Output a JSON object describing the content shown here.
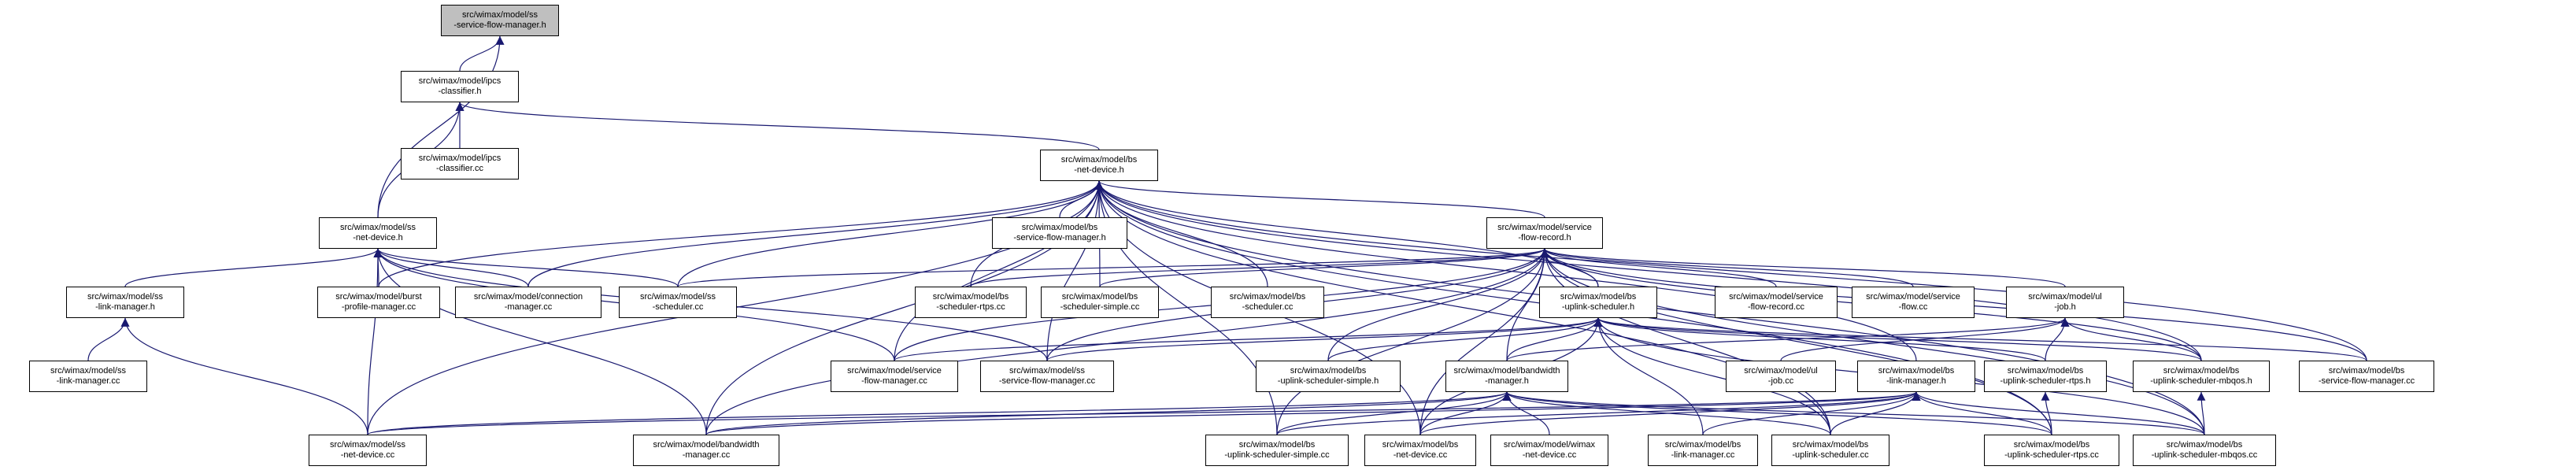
{
  "graph": {
    "edge_color": "#191970",
    "root_fill": "#bfbfbf",
    "nodes": [
      {
        "id": "ss_sfm_h",
        "lines": [
          "src/wimax/model/ss",
          "-service-flow-manager.h"
        ],
        "root": true
      },
      {
        "id": "ipcs_h",
        "lines": [
          "src/wimax/model/ipcs",
          "-classifier.h"
        ]
      },
      {
        "id": "ipcs_cc",
        "lines": [
          "src/wimax/model/ipcs",
          "-classifier.cc"
        ]
      },
      {
        "id": "bs_nd_h",
        "lines": [
          "src/wimax/model/bs",
          "-net-device.h"
        ]
      },
      {
        "id": "ss_nd_h",
        "lines": [
          "src/wimax/model/ss",
          "-net-device.h"
        ]
      },
      {
        "id": "bs_sfm_h",
        "lines": [
          "src/wimax/model/bs",
          "-service-flow-manager.h"
        ]
      },
      {
        "id": "sfr_h",
        "lines": [
          "src/wimax/model/service",
          "-flow-record.h"
        ]
      },
      {
        "id": "ss_lm_h",
        "lines": [
          "src/wimax/model/ss",
          "-link-manager.h"
        ]
      },
      {
        "id": "burst_cc",
        "lines": [
          "src/wimax/model/burst",
          "-profile-manager.cc"
        ]
      },
      {
        "id": "conn_cc",
        "lines": [
          "src/wimax/model/connection",
          "-manager.cc"
        ]
      },
      {
        "id": "ss_sched_cc",
        "lines": [
          "src/wimax/model/ss",
          "-scheduler.cc"
        ]
      },
      {
        "id": "bs_sched_rtps_cc",
        "lines": [
          "src/wimax/model/bs",
          "-scheduler-rtps.cc"
        ]
      },
      {
        "id": "bs_sched_simple_cc",
        "lines": [
          "src/wimax/model/bs",
          "-scheduler-simple.cc"
        ]
      },
      {
        "id": "bs_sched_cc",
        "lines": [
          "src/wimax/model/bs",
          "-scheduler.cc"
        ]
      },
      {
        "id": "bs_us_h",
        "lines": [
          "src/wimax/model/bs",
          "-uplink-scheduler.h"
        ]
      },
      {
        "id": "sfr_cc",
        "lines": [
          "src/wimax/model/service",
          "-flow-record.cc"
        ]
      },
      {
        "id": "sf_cc",
        "lines": [
          "src/wimax/model/service",
          "-flow.cc"
        ]
      },
      {
        "id": "ul_job_h",
        "lines": [
          "src/wimax/model/ul",
          "-job.h"
        ]
      },
      {
        "id": "ss_lm_cc",
        "lines": [
          "src/wimax/model/ss",
          "-link-manager.cc"
        ]
      },
      {
        "id": "sfm_cc",
        "lines": [
          "src/wimax/model/service",
          "-flow-manager.cc"
        ]
      },
      {
        "id": "ss_sfm_cc",
        "lines": [
          "src/wimax/model/ss",
          "-service-flow-manager.cc"
        ]
      },
      {
        "id": "bs_uss_h",
        "lines": [
          "src/wimax/model/bs",
          "-uplink-scheduler-simple.h"
        ]
      },
      {
        "id": "bw_h",
        "lines": [
          "src/wimax/model/bandwidth",
          "-manager.h"
        ]
      },
      {
        "id": "ul_job_cc",
        "lines": [
          "src/wimax/model/ul",
          "-job.cc"
        ]
      },
      {
        "id": "bs_lm_h",
        "lines": [
          "src/wimax/model/bs",
          "-link-manager.h"
        ]
      },
      {
        "id": "bs_usr_h",
        "lines": [
          "src/wimax/model/bs",
          "-uplink-scheduler-rtps.h"
        ]
      },
      {
        "id": "bs_usm_h",
        "lines": [
          "src/wimax/model/bs",
          "-uplink-scheduler-mbqos.h"
        ]
      },
      {
        "id": "bs_sfm_cc",
        "lines": [
          "src/wimax/model/bs",
          "-service-flow-manager.cc"
        ]
      },
      {
        "id": "ss_nd_cc",
        "lines": [
          "src/wimax/model/ss",
          "-net-device.cc"
        ]
      },
      {
        "id": "bw_cc",
        "lines": [
          "src/wimax/model/bandwidth",
          "-manager.cc"
        ]
      },
      {
        "id": "bs_uss_cc",
        "lines": [
          "src/wimax/model/bs",
          "-uplink-scheduler-simple.cc"
        ]
      },
      {
        "id": "bs_nd_cc",
        "lines": [
          "src/wimax/model/bs",
          "-net-device.cc"
        ]
      },
      {
        "id": "wimax_nd_cc",
        "lines": [
          "src/wimax/model/wimax",
          "-net-device.cc"
        ]
      },
      {
        "id": "bs_lm_cc",
        "lines": [
          "src/wimax/model/bs",
          "-link-manager.cc"
        ]
      },
      {
        "id": "bs_us_cc",
        "lines": [
          "src/wimax/model/bs",
          "-uplink-scheduler.cc"
        ]
      },
      {
        "id": "bs_usr_cc",
        "lines": [
          "src/wimax/model/bs",
          "-uplink-scheduler-rtps.cc"
        ]
      },
      {
        "id": "bs_usm_cc",
        "lines": [
          "src/wimax/model/bs",
          "-uplink-scheduler-mbqos.cc"
        ]
      }
    ],
    "edges": [
      [
        "ipcs_h",
        "ss_sfm_h"
      ],
      [
        "ss_nd_h",
        "ss_sfm_h"
      ],
      [
        "ipcs_cc",
        "ipcs_h"
      ],
      [
        "bs_nd_h",
        "ipcs_h"
      ],
      [
        "ss_nd_h",
        "ipcs_h"
      ],
      [
        "bs_sfm_h",
        "bs_nd_h"
      ],
      [
        "sfr_h",
        "bs_nd_h"
      ],
      [
        "burst_cc",
        "bs_nd_h"
      ],
      [
        "conn_cc",
        "bs_nd_h"
      ],
      [
        "ss_sched_cc",
        "bs_nd_h"
      ],
      [
        "bs_sched_rtps_cc",
        "bs_nd_h"
      ],
      [
        "bs_sched_simple_cc",
        "bs_nd_h"
      ],
      [
        "bs_sched_cc",
        "bs_nd_h"
      ],
      [
        "bs_us_h",
        "bs_nd_h"
      ],
      [
        "sfm_cc",
        "bs_nd_h"
      ],
      [
        "ss_sfm_cc",
        "bs_nd_h"
      ],
      [
        "bs_lm_h",
        "bs_nd_h"
      ],
      [
        "bs_sfm_cc",
        "bs_nd_h"
      ],
      [
        "bw_cc",
        "bs_nd_h"
      ],
      [
        "bs_uss_cc",
        "bs_nd_h"
      ],
      [
        "bs_nd_cc",
        "bs_nd_h"
      ],
      [
        "bs_us_cc",
        "bs_nd_h"
      ],
      [
        "bs_usr_cc",
        "bs_nd_h"
      ],
      [
        "bs_usm_cc",
        "bs_nd_h"
      ],
      [
        "bs_usm_h",
        "bs_nd_h"
      ],
      [
        "ss_nd_cc",
        "bs_nd_h"
      ],
      [
        "ss_lm_h",
        "ss_nd_h"
      ],
      [
        "burst_cc",
        "ss_nd_h"
      ],
      [
        "conn_cc",
        "ss_nd_h"
      ],
      [
        "ss_sched_cc",
        "ss_nd_h"
      ],
      [
        "sfm_cc",
        "ss_nd_h"
      ],
      [
        "ss_sfm_cc",
        "ss_nd_h"
      ],
      [
        "ss_nd_cc",
        "ss_nd_h"
      ],
      [
        "bw_cc",
        "ss_nd_h"
      ],
      [
        "ss_lm_cc",
        "ss_lm_h"
      ],
      [
        "ss_nd_cc",
        "ss_lm_h"
      ],
      [
        "bs_us_h",
        "sfr_h"
      ],
      [
        "sfr_cc",
        "sfr_h"
      ],
      [
        "sf_cc",
        "sfr_h"
      ],
      [
        "ul_job_h",
        "sfr_h"
      ],
      [
        "bs_sched_rtps_cc",
        "sfr_h"
      ],
      [
        "bs_sched_simple_cc",
        "sfr_h"
      ],
      [
        "ss_sched_cc",
        "sfr_h"
      ],
      [
        "sfm_cc",
        "sfr_h"
      ],
      [
        "ss_sfm_cc",
        "sfr_h"
      ],
      [
        "bs_uss_h",
        "sfr_h"
      ],
      [
        "bw_h",
        "sfr_h"
      ],
      [
        "bs_sfm_cc",
        "sfr_h"
      ],
      [
        "bs_usm_h",
        "sfr_h"
      ],
      [
        "bs_us_cc",
        "sfr_h"
      ],
      [
        "bs_uss_cc",
        "sfr_h"
      ],
      [
        "bw_cc",
        "sfr_h"
      ],
      [
        "bs_nd_cc",
        "sfr_h"
      ],
      [
        "bs_usr_cc",
        "sfr_h"
      ],
      [
        "bs_usm_cc",
        "sfr_h"
      ],
      [
        "bs_uss_h",
        "bs_us_h"
      ],
      [
        "bs_usr_h",
        "bs_us_h"
      ],
      [
        "bs_usm_h",
        "bs_us_h"
      ],
      [
        "bw_h",
        "bs_us_h"
      ],
      [
        "sfm_cc",
        "bs_us_h"
      ],
      [
        "ss_sfm_cc",
        "bs_us_h"
      ],
      [
        "bs_sfm_cc",
        "bs_us_h"
      ],
      [
        "bs_lm_cc",
        "bs_us_h"
      ],
      [
        "bs_us_cc",
        "bs_us_h"
      ],
      [
        "bs_nd_cc",
        "bs_us_h"
      ],
      [
        "bs_usm_cc",
        "bs_us_h"
      ],
      [
        "bs_usr_h",
        "ul_job_h"
      ],
      [
        "bs_usm_h",
        "ul_job_h"
      ],
      [
        "ul_job_cc",
        "ul_job_h"
      ],
      [
        "bw_h",
        "ul_job_h"
      ],
      [
        "ss_nd_cc",
        "bw_h"
      ],
      [
        "bw_cc",
        "bw_h"
      ],
      [
        "bs_uss_cc",
        "bw_h"
      ],
      [
        "bs_nd_cc",
        "bw_h"
      ],
      [
        "wimax_nd_cc",
        "bw_h"
      ],
      [
        "bs_us_cc",
        "bw_h"
      ],
      [
        "bs_usr_cc",
        "bw_h"
      ],
      [
        "bs_usm_cc",
        "bw_h"
      ],
      [
        "ss_nd_cc",
        "bs_lm_h"
      ],
      [
        "bs_nd_cc",
        "bs_lm_h"
      ],
      [
        "bs_lm_cc",
        "bs_lm_h"
      ],
      [
        "bs_us_cc",
        "bs_lm_h"
      ],
      [
        "bs_usr_cc",
        "bs_lm_h"
      ],
      [
        "bs_usm_cc",
        "bs_lm_h"
      ],
      [
        "bs_uss_cc",
        "bs_lm_h"
      ],
      [
        "bw_cc",
        "bs_lm_h"
      ],
      [
        "bs_usr_cc",
        "bs_usr_h"
      ],
      [
        "bs_usm_cc",
        "bs_usm_h"
      ]
    ]
  }
}
